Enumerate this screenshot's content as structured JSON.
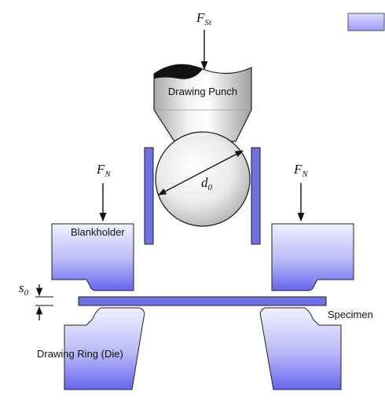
{
  "labels": {
    "punch": "Drawing Punch",
    "blankholder": "Blankholder",
    "specimen": "Specimen",
    "die": "Drawing Ring (Die)"
  },
  "symbols": {
    "punch_force": {
      "main": "F",
      "sub": "St"
    },
    "blankholder_force_left": {
      "main": "F",
      "sub": "N"
    },
    "blankholder_force_right": {
      "main": "F",
      "sub": "N"
    },
    "diameter": {
      "main": "d",
      "sub": "0"
    },
    "thickness": {
      "main": "s",
      "sub": "0"
    }
  },
  "colors": {
    "part_light": "#eeeeff",
    "part_dark": "#6a6af0",
    "bar": "#6f6fe8",
    "outline": "#222222",
    "metal_light": "#ffffff",
    "metal_dark": "#bdbdbd"
  }
}
